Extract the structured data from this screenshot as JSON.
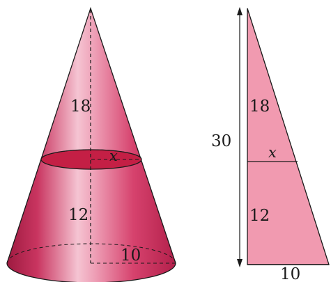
{
  "cone": {
    "upper_height": "18",
    "lower_height": "12",
    "section_radius": "x",
    "base_radius": "10"
  },
  "triangle": {
    "total_height": "30",
    "upper_height": "18",
    "lower_height": "12",
    "section_width": "x",
    "base_width": "10"
  },
  "colors": {
    "cone_dark": "#b8234d",
    "cone_mid": "#d9406a",
    "cone_light": "#f7c9d6",
    "section_fill": "#c41f45",
    "triangle_fill": "#f19ab0",
    "line": "#1a1a1a"
  }
}
